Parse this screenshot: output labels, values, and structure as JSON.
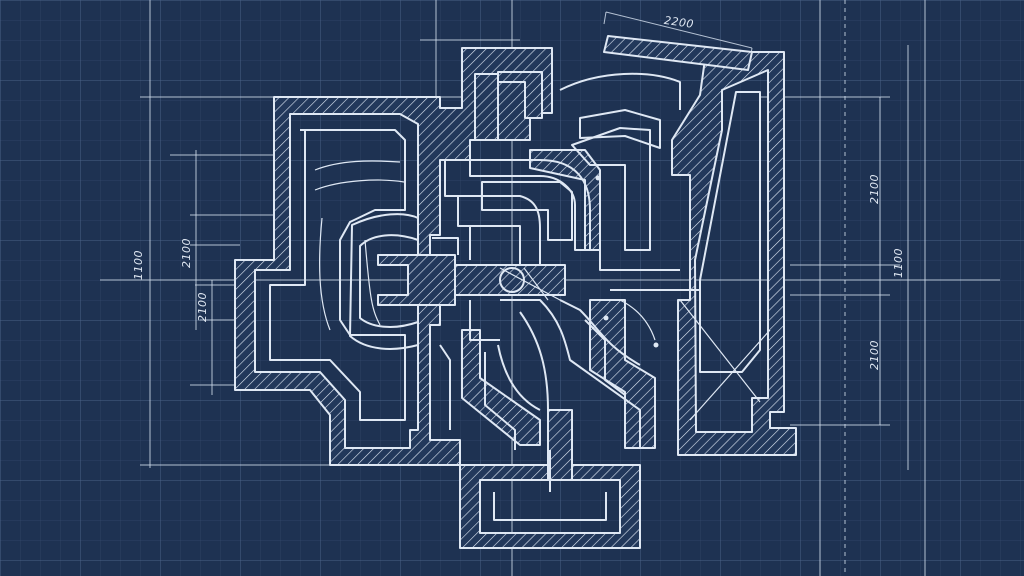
{
  "dimensions": {
    "top_width": "2200",
    "left_overall": "1100",
    "left_upper": "2100",
    "left_lower": "2100",
    "right_upper": "2100",
    "right_overall": "1100",
    "right_lower": "2100"
  },
  "colors": {
    "background": "#1e3252",
    "grid": "#3f577a",
    "line": "#dfe8f4"
  }
}
